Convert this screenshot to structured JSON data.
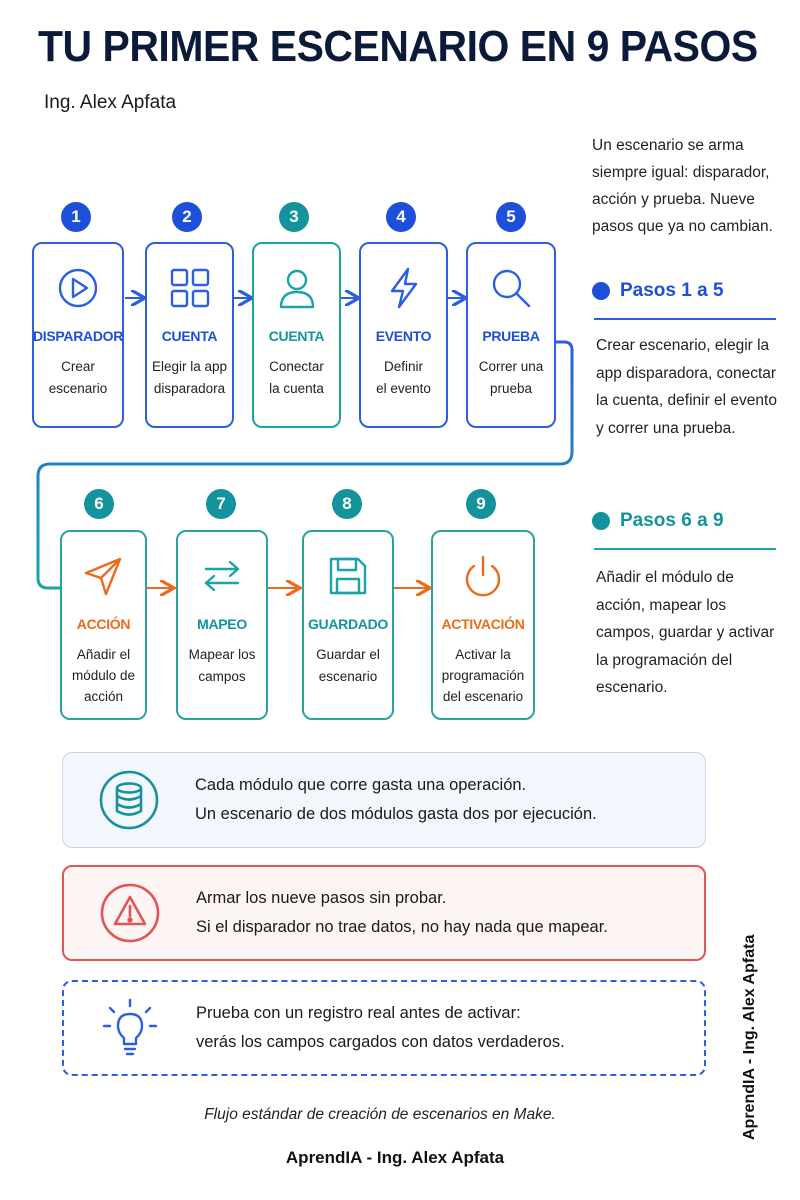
{
  "header": {
    "title": "TU PRIMER ESCENARIO EN 9 PASOS",
    "author": "Ing. Alex Apfata"
  },
  "intro": "Un escenario se arma siempre igual: disparador, acción y prueba. Nueve pasos que ya no cambian.",
  "steps": [
    {
      "number": "1",
      "label": "DISPARADOR",
      "desc": [
        "Crear",
        "escenario"
      ],
      "icon": "play-circle-icon"
    },
    {
      "number": "2",
      "label": "CUENTA",
      "desc": [
        "Elegir la app",
        "disparadora"
      ],
      "icon": "apps-grid-icon"
    },
    {
      "number": "3",
      "label": "CUENTA",
      "desc": [
        "Conectar",
        "la cuenta"
      ],
      "icon": "user-icon"
    },
    {
      "number": "4",
      "label": "EVENTO",
      "desc": [
        "Definir",
        "el evento"
      ],
      "icon": "lightning-icon"
    },
    {
      "number": "5",
      "label": "PRUEBA",
      "desc": [
        "Correr una",
        "prueba"
      ],
      "icon": "search-icon"
    },
    {
      "number": "6",
      "label": "ACCIÓN",
      "desc": [
        "Añadir el",
        "módulo de",
        "acción"
      ],
      "icon": "send-icon"
    },
    {
      "number": "7",
      "label": "MAPEO",
      "desc": [
        "Mapear los",
        "campos"
      ],
      "icon": "swap-arrows-icon"
    },
    {
      "number": "8",
      "label": "GUARDADO",
      "desc": [
        "Guardar el",
        "escenario"
      ],
      "icon": "floppy-disk-icon"
    },
    {
      "number": "9",
      "label": "ACTIVACIÓN",
      "desc": [
        "Activar la",
        "programación",
        "del escenario"
      ],
      "icon": "power-icon"
    }
  ],
  "sections": [
    {
      "title": "Pasos 1 a 5",
      "text": "Crear escenario, elegir la app disparadora, conectar la cuenta, definir el evento y correr una prueba."
    },
    {
      "title": "Pasos 6 a 9",
      "text": "Añadir el módulo de acción, mapear los campos, guardar y activar la programación del escenario."
    }
  ],
  "notes": [
    {
      "lines": [
        "Cada módulo que corre gasta una operación.",
        "Un escenario de dos módulos gasta dos por ejecución."
      ],
      "icon": "database-icon"
    },
    {
      "lines": [
        "Armar los nueve pasos sin probar.",
        "Si el disparador no trae datos, no hay nada que mapear."
      ],
      "icon": "warning-icon"
    },
    {
      "lines": [
        "Prueba con un registro real antes de activar:",
        "verás los campos cargados con datos verdaderos."
      ],
      "icon": "lightbulb-icon"
    }
  ],
  "caption": "Flujo estándar de creación de escenarios en Make.",
  "footer": "AprendIA - Ing. Alex Apfata",
  "side_watermark": "AprendIA - Ing. Alex Apfata",
  "colors": {
    "blue": "#1d4fd8",
    "teal": "#14939c",
    "orange": "#ec6a1c",
    "red": "#e25555"
  }
}
